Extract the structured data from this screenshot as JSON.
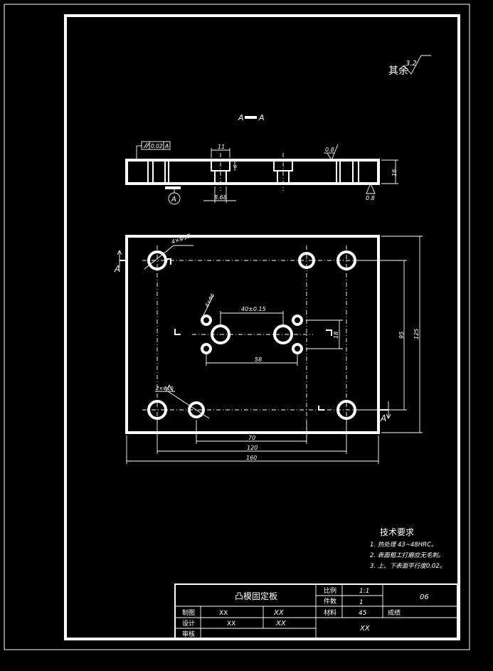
{
  "header": {
    "section_label_left": "A",
    "section_label_right": "A",
    "surface_note": "其余",
    "roughness_default": "3.2"
  },
  "side_view": {
    "flatness_tol": "0.02",
    "flatness_datum": "A",
    "roughness_top": "0.8",
    "roughness_bottom": "0.8",
    "dim_11": "11",
    "dim_6": "6",
    "dim_8_68": "8.68",
    "dim_16": "16",
    "datum_marker": "A"
  },
  "plan_view": {
    "section_a_left": "A",
    "section_a_right": "A",
    "hole_note_4x12": "4×Φ12",
    "hole_note_4x6": "4×Φ6",
    "hole_note_2x10": "2×Φ10",
    "dim_40": "40±0.15",
    "dim_18": "18",
    "dim_58": "58",
    "dim_95": "95",
    "dim_125": "125",
    "dim_70": "70",
    "dim_120": "120",
    "dim_160": "160"
  },
  "tech_requirements": {
    "title": "技术要求",
    "items": [
      "1. 热处理 43~48HRC。",
      "2. 表面粗工打磨应无毛刺。",
      "3. 上、下表面平行度0.02。"
    ]
  },
  "title_block": {
    "part_name": "凸模固定板",
    "scale_label": "比例",
    "scale_value": "1:1",
    "quantity_label": "件数",
    "quantity_value": "1",
    "material_label": "材料",
    "material_value": "45",
    "drawing_no": "06",
    "grade_label": "成绩",
    "drawn_label": "制图",
    "design_label": "设计",
    "review_label": "审核",
    "drawn_name": "XX",
    "drawn_date": "XX",
    "design_name": "XX",
    "design_date": "XX",
    "school": "XX"
  }
}
